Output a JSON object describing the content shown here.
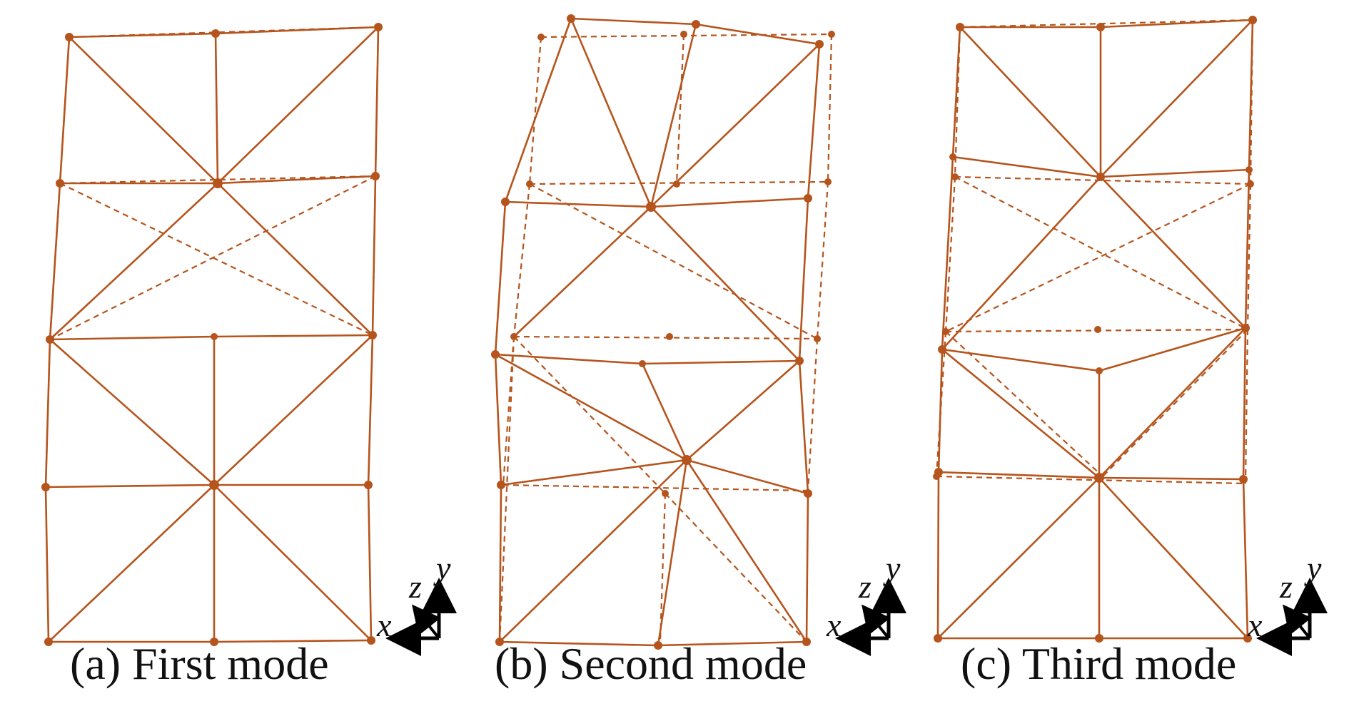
{
  "colors": {
    "truss": "#b5541c",
    "text": "#111111",
    "axes": "#000000",
    "background": "#ffffff"
  },
  "axis_labels": {
    "x": "x",
    "y": "y",
    "z": "z"
  },
  "panels": [
    {
      "id": "a",
      "caption": "(a) First mode",
      "mode_shape": "tower sways sideways; top nodes displaced left, lower storeys nearly undeformed"
    },
    {
      "id": "b",
      "caption": "(b) Second mode",
      "mode_shape": "storeys twist in alternating directions; strong distortion of upper and lower bracing"
    },
    {
      "id": "c",
      "caption": "(c) Third mode",
      "mode_shape": "middle storeys pinch inward; upper and lower storeys tilt"
    }
  ],
  "legend_styles": {
    "deformed": "solid",
    "undeformed": "dashed"
  }
}
